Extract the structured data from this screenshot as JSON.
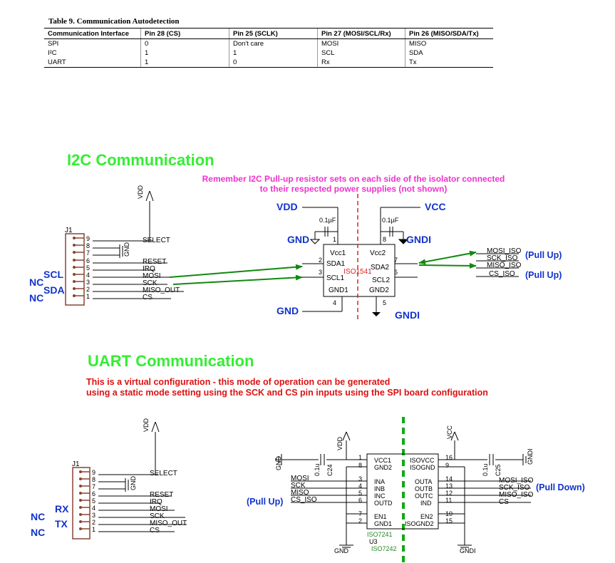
{
  "table": {
    "title": "Table 9. Communication Autodetection",
    "headers": [
      "Communication  Interface",
      "Pin 28 (CS)",
      "Pin 25 (SCLK)",
      "Pin 27 (MOSI/SCL/Rx)",
      "Pin 26 (MISO/SDA/Tx)"
    ],
    "rows": [
      [
        "SPI",
        "0",
        "Don't care",
        "MOSI",
        "MISO"
      ],
      [
        "I²C",
        "1",
        "1",
        "SCL",
        "SDA"
      ],
      [
        "UART",
        "1",
        "0",
        "Rx",
        "Tx"
      ]
    ]
  },
  "i2c": {
    "heading": "I2C Communication",
    "note_line1": "Remember I2C Pull-up resistor sets on each side of the isolator connected",
    "note_line2": "to their respected power supplies (not shown)",
    "vdd_rail": "VDD",
    "connector": {
      "ref": "J1",
      "pins": [
        {
          "num": "9",
          "signal": "SELECT"
        },
        {
          "num": "8",
          "signal": ""
        },
        {
          "num": "7",
          "signal": ""
        },
        {
          "num": "6",
          "signal": "RESET"
        },
        {
          "num": "5",
          "signal": "IRQ"
        },
        {
          "num": "4",
          "signal": "MOSI"
        },
        {
          "num": "3",
          "signal": "SCK"
        },
        {
          "num": "2",
          "signal": "MISO_OUT"
        },
        {
          "num": "1",
          "signal": "CS"
        }
      ],
      "gnd_label": "GND",
      "vdd_label": "VDD"
    },
    "side_labels": {
      "scl": "SCL",
      "sda": "SDA",
      "nc1": "NC",
      "nc2": "NC"
    },
    "isolator": {
      "part": "ISO1541",
      "vdd": "VDD",
      "vcc": "VCC",
      "gnd_top": "GND",
      "gndi_top": "GNDI",
      "gnd_bottom": "GND",
      "gndi_bottom": "GNDI",
      "cap_left": "0.1µF",
      "cap_right": "0.1µF",
      "left_pins": [
        {
          "num": "1",
          "name": "Vcc1"
        },
        {
          "num": "2",
          "name": "SDA1"
        },
        {
          "num": "3",
          "name": "SCL1"
        },
        {
          "num": "4",
          "name": "GND1"
        }
      ],
      "right_pins": [
        {
          "num": "8",
          "name": "Vcc2"
        },
        {
          "num": "7",
          "name": "SDA2"
        },
        {
          "num": "6",
          "name": "SCL2"
        },
        {
          "num": "5",
          "name": "GND2"
        }
      ]
    },
    "right_signals": [
      "MOSI_ISO",
      "SCK_ISO",
      "MISO_ISO",
      "CS_ISO"
    ],
    "pull_up_1": "(Pull Up)",
    "pull_up_2": "(Pull Up)"
  },
  "uart": {
    "heading": "UART Communication",
    "note_line1": "This is a virtual configuration - this mode of operation can be generated",
    "note_line2": "using a static mode setting using the SCK and CS pin inputs using the SPI board configuration",
    "connector": {
      "ref": "J1",
      "pins": [
        {
          "num": "9",
          "signal": "SELECT"
        },
        {
          "num": "8",
          "signal": ""
        },
        {
          "num": "7",
          "signal": ""
        },
        {
          "num": "6",
          "signal": "RESET"
        },
        {
          "num": "5",
          "signal": "IRQ"
        },
        {
          "num": "4",
          "signal": "MOSI"
        },
        {
          "num": "3",
          "signal": "SCK"
        },
        {
          "num": "2",
          "signal": "MISO_OUT"
        },
        {
          "num": "1",
          "signal": "CS"
        }
      ],
      "gnd_label": "GND",
      "vdd_label": "VDD"
    },
    "side_labels": {
      "rx": "RX",
      "tx": "TX",
      "nc1": "NC",
      "nc2": "NC"
    },
    "isolator": {
      "ref": "U3",
      "part": "ISO7242",
      "part_label": "ISO7241",
      "vdd_label": "VDD",
      "vcc_label": "VCC",
      "gnd_left_label": "GND",
      "gnd_bottom_label": "GND",
      "gndi_label": "GNDI",
      "gndi_bottom_label": "GNDI",
      "cap_left_ref": "C24",
      "cap_left_val": "0.1u",
      "cap_right_ref": "C25",
      "cap_right_val": "0.1u",
      "left_pins": [
        {
          "num": "1",
          "name": "VCC1"
        },
        {
          "num": "8",
          "name": "GND2"
        },
        {
          "num": "3",
          "name": "INA"
        },
        {
          "num": "4",
          "name": "INB"
        },
        {
          "num": "5",
          "name": "INC"
        },
        {
          "num": "6",
          "name": "OUTD"
        },
        {
          "num": "7",
          "name": "EN1"
        },
        {
          "num": "2",
          "name": "GND1"
        }
      ],
      "right_pins": [
        {
          "num": "16",
          "name": "ISOVCC"
        },
        {
          "num": "9",
          "name": "ISOGND"
        },
        {
          "num": "14",
          "name": "OUTA"
        },
        {
          "num": "13",
          "name": "OUTB"
        },
        {
          "num": "12",
          "name": "OUTC"
        },
        {
          "num": "11",
          "name": "IND"
        },
        {
          "num": "10",
          "name": "EN2"
        },
        {
          "num": "15",
          "name": "ISOGND2"
        }
      ]
    },
    "left_signals": [
      "MOSI",
      "SCK",
      "MISO",
      "CS_ISO"
    ],
    "right_signals": [
      "MOSI_ISO",
      "SCK_ISO",
      "MISO_ISO",
      "CS"
    ],
    "pull_up": "(Pull Up)",
    "pull_down": "(Pull Down)"
  },
  "colors": {
    "heading": "#33ee33",
    "note_pink": "#ee33cc",
    "note_red": "#dd1111",
    "label_blue": "#1133cc",
    "arrow_green": "#118811",
    "isolation_red": "#dd2222",
    "isolation_green": "#11aa11",
    "connector_brown": "#884433"
  }
}
